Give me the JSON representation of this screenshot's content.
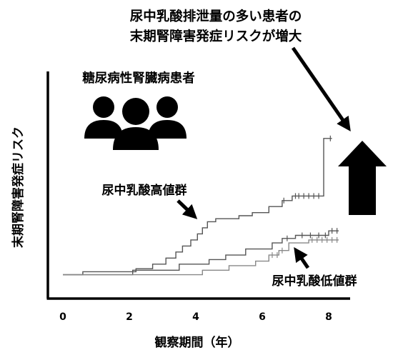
{
  "chart_data": {
    "type": "line",
    "title_lines": [
      "尿中乳酸排泄量の多い患者の",
      "末期腎障害発症リスクが増大"
    ],
    "population_label": "糖尿病性腎臓病患者",
    "xlabel": "観察期間（年）",
    "ylabel": "末期腎障害発症リスク",
    "x_ticks": [
      "0",
      "2",
      "4",
      "6",
      "8"
    ],
    "xlim": [
      -0.6,
      8.8
    ],
    "ylim": [
      0,
      1
    ],
    "y_ticks_shown": false,
    "grid": false,
    "series": [
      {
        "name": "尿中乳酸高値群",
        "color": "#555555",
        "points": [
          [
            0,
            0.03
          ],
          [
            0.6,
            0.03
          ],
          [
            0.6,
            0.05
          ],
          [
            2.2,
            0.05
          ],
          [
            2.2,
            0.07
          ],
          [
            2.7,
            0.07
          ],
          [
            2.7,
            0.1
          ],
          [
            3.1,
            0.1
          ],
          [
            3.1,
            0.14
          ],
          [
            3.4,
            0.14
          ],
          [
            3.4,
            0.18
          ],
          [
            3.6,
            0.18
          ],
          [
            3.6,
            0.22
          ],
          [
            3.85,
            0.22
          ],
          [
            3.85,
            0.26
          ],
          [
            4.05,
            0.26
          ],
          [
            4.05,
            0.3
          ],
          [
            4.2,
            0.3
          ],
          [
            4.2,
            0.34
          ],
          [
            4.35,
            0.34
          ],
          [
            4.35,
            0.38
          ],
          [
            4.6,
            0.38
          ],
          [
            4.6,
            0.4
          ],
          [
            5.3,
            0.4
          ],
          [
            5.3,
            0.42
          ],
          [
            5.7,
            0.42
          ],
          [
            5.7,
            0.44
          ],
          [
            6.2,
            0.44
          ],
          [
            6.2,
            0.48
          ],
          [
            6.6,
            0.48
          ],
          [
            6.6,
            0.52
          ],
          [
            6.9,
            0.52
          ],
          [
            6.9,
            0.55
          ],
          [
            7.85,
            0.55
          ],
          [
            7.85,
            0.93
          ],
          [
            8.1,
            0.93
          ]
        ],
        "censor_x": [
          6.65,
          7.0,
          7.1,
          7.25,
          7.4,
          7.55,
          7.7,
          8.05
        ]
      },
      {
        "name": "",
        "color": "#555555",
        "points": [
          [
            0,
            0.03
          ],
          [
            2.1,
            0.03
          ],
          [
            2.1,
            0.06
          ],
          [
            3.5,
            0.06
          ],
          [
            3.5,
            0.1
          ],
          [
            4.4,
            0.1
          ],
          [
            4.4,
            0.13
          ],
          [
            4.9,
            0.13
          ],
          [
            4.9,
            0.16
          ],
          [
            5.5,
            0.16
          ],
          [
            5.5,
            0.2
          ],
          [
            6.3,
            0.2
          ],
          [
            6.3,
            0.24
          ],
          [
            6.6,
            0.24
          ],
          [
            6.6,
            0.27
          ],
          [
            7.0,
            0.27
          ],
          [
            7.0,
            0.29
          ],
          [
            8.0,
            0.29
          ],
          [
            8.0,
            0.32
          ],
          [
            8.3,
            0.32
          ]
        ],
        "censor_x": [
          6.75,
          7.2,
          7.45,
          7.7,
          7.9,
          8.1,
          8.25
        ]
      },
      {
        "name": "尿中乳酸低値群",
        "color": "#888888",
        "points": [
          [
            0,
            0.03
          ],
          [
            4.2,
            0.03
          ],
          [
            4.2,
            0.06
          ],
          [
            5.0,
            0.06
          ],
          [
            5.0,
            0.09
          ],
          [
            5.8,
            0.09
          ],
          [
            5.8,
            0.12
          ],
          [
            6.2,
            0.12
          ],
          [
            6.2,
            0.16
          ],
          [
            6.5,
            0.16
          ],
          [
            6.5,
            0.19
          ],
          [
            6.8,
            0.19
          ],
          [
            6.8,
            0.24
          ],
          [
            7.4,
            0.24
          ],
          [
            7.4,
            0.26
          ],
          [
            8.3,
            0.26
          ]
        ],
        "censor_x": [
          6.3,
          6.45,
          6.6,
          7.5,
          7.65,
          7.8,
          7.95,
          8.1,
          8.25
        ]
      }
    ]
  }
}
